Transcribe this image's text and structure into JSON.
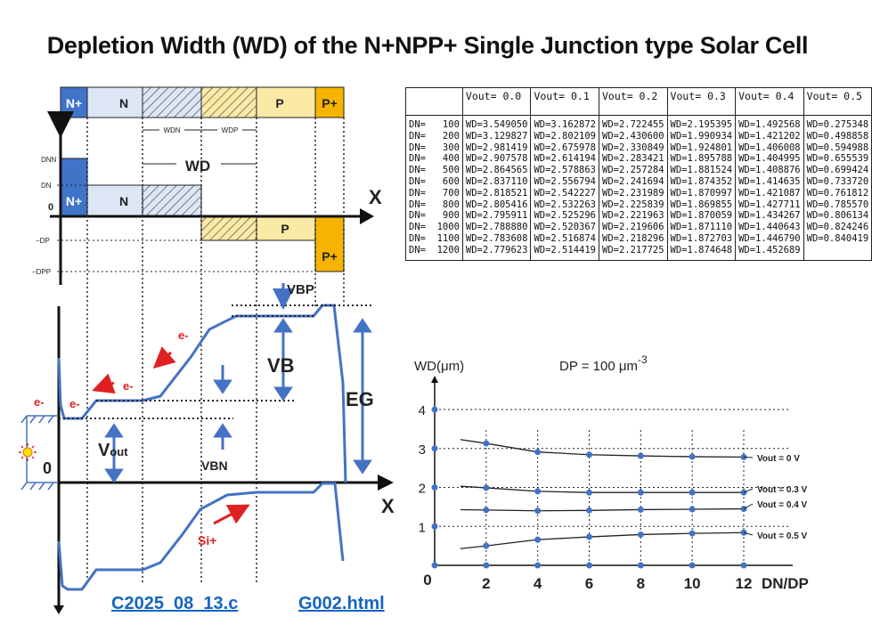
{
  "title": "Depletion Width (WD) of the N+NPP+ Single Junction type Solar Cell",
  "diagram": {
    "layer_labels": [
      "N+",
      "N",
      "P",
      "P+"
    ],
    "wdn_label": "WDN",
    "wdp_label": "WDP",
    "wd_label": "WD",
    "axis_x": "X",
    "axis_zero": "0",
    "charge_levels": [
      "DNN",
      "DN",
      "0",
      "−DP",
      "−DPP"
    ],
    "vbp_label": "VBP",
    "vb_label": "VB",
    "eg_label": "EG",
    "vbn_label": "VBN",
    "vout_label": "V",
    "vout_sub": "out",
    "electron_label": "e-",
    "hole_label": "Si+",
    "colors": {
      "n_plus": "#3f74c9",
      "n": "#dce6f5",
      "p": "#fbeaa5",
      "p_plus": "#f5b400",
      "band": "#4472c4",
      "arrow": "#e02020"
    }
  },
  "table": {
    "headers": [
      "",
      "Vout= 0.0",
      "Vout= 0.1",
      "Vout= 0.2",
      "Vout= 0.3",
      "Vout= 0.4",
      "Vout= 0.5"
    ],
    "rows": [
      [
        "DN=   100",
        "WD=3.549050",
        "WD=3.162872",
        "WD=2.722455",
        "WD=2.195395",
        "WD=1.492568",
        "WD=0.275348"
      ],
      [
        "DN=   200",
        "WD=3.129827",
        "WD=2.802109",
        "WD=2.430600",
        "WD=1.990934",
        "WD=1.421202",
        "WD=0.498858"
      ],
      [
        "DN=   300",
        "WD=2.981419",
        "WD=2.675978",
        "WD=2.330849",
        "WD=1.924801",
        "WD=1.406008",
        "WD=0.594988"
      ],
      [
        "DN=   400",
        "WD=2.907578",
        "WD=2.614194",
        "WD=2.283421",
        "WD=1.895788",
        "WD=1.404995",
        "WD=0.655539"
      ],
      [
        "DN=   500",
        "WD=2.864565",
        "WD=2.578863",
        "WD=2.257284",
        "WD=1.881524",
        "WD=1.408876",
        "WD=0.699424"
      ],
      [
        "DN=   600",
        "WD=2.837110",
        "WD=2.556794",
        "WD=2.241694",
        "WD=1.874352",
        "WD=1.414635",
        "WD=0.733720"
      ],
      [
        "DN=   700",
        "WD=2.818521",
        "WD=2.542227",
        "WD=2.231989",
        "WD=1.870997",
        "WD=1.421087",
        "WD=0.761812"
      ],
      [
        "DN=   800",
        "WD=2.805416",
        "WD=2.532263",
        "WD=2.225839",
        "WD=1.869855",
        "WD=1.427711",
        "WD=0.785570"
      ],
      [
        "DN=   900",
        "WD=2.795911",
        "WD=2.525296",
        "WD=2.221963",
        "WD=1.870059",
        "WD=1.434267",
        "WD=0.806134"
      ],
      [
        "DN=  1000",
        "WD=2.788880",
        "WD=2.520367",
        "WD=2.219606",
        "WD=1.871110",
        "WD=1.440643",
        "WD=0.824246"
      ],
      [
        "DN=  1100",
        "WD=2.783608",
        "WD=2.516874",
        "WD=2.218296",
        "WD=1.872703",
        "WD=1.446790",
        "WD=0.840419"
      ],
      [
        "DN=  1200",
        "WD=2.779623",
        "WD=2.514419",
        "WD=2.217725",
        "WD=1.874648",
        "WD=1.452689",
        ""
      ]
    ]
  },
  "chart_data": {
    "type": "line",
    "ylabel": "WD(μm)",
    "xlabel": "DN/DP",
    "annotation": "DP = 100  μm",
    "annotation_sup": "-3",
    "x": [
      0,
      2,
      4,
      6,
      8,
      10,
      12
    ],
    "xlim": [
      0,
      12
    ],
    "ylim": [
      0,
      4
    ],
    "x_ticks": [
      "0",
      "2",
      "4",
      "6",
      "8",
      "10",
      "12"
    ],
    "y_ticks": [
      "0",
      "1",
      "2",
      "3",
      "4"
    ],
    "grid": true,
    "series": [
      {
        "name": "Vout = 0 V",
        "values": [
          null,
          3.13,
          2.91,
          2.84,
          2.81,
          2.79,
          2.78
        ]
      },
      {
        "name": "Vout = 0.3  V",
        "values": [
          null,
          1.99,
          1.9,
          1.87,
          1.87,
          1.87,
          1.87
        ]
      },
      {
        "name": "Vout = 0.4  V",
        "values": [
          null,
          1.42,
          1.4,
          1.41,
          1.43,
          1.44,
          1.45
        ]
      },
      {
        "name": "Vout = 0.5  V",
        "values": [
          null,
          0.5,
          0.66,
          0.73,
          0.79,
          0.82,
          0.84
        ]
      }
    ]
  },
  "links": {
    "source_file": "C2025_08_13.c",
    "html_file": "G002.html"
  }
}
